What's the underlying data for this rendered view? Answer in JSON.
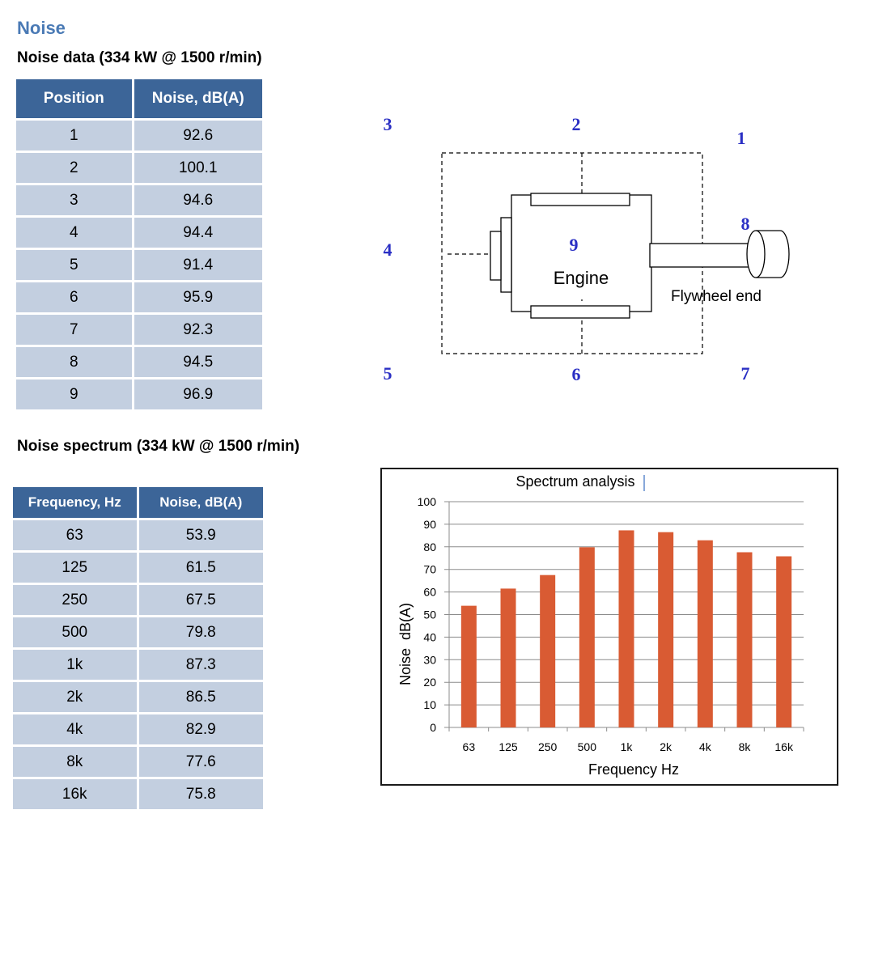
{
  "section": {
    "title": "Noise"
  },
  "noise_table": {
    "title": "Noise data (334 kW @ 1500 r/min)",
    "headers": [
      "Position",
      "Noise, dB(A)"
    ],
    "rows": [
      [
        "1",
        "92.6"
      ],
      [
        "2",
        "100.1"
      ],
      [
        "3",
        "94.6"
      ],
      [
        "4",
        "94.4"
      ],
      [
        "5",
        "91.4"
      ],
      [
        "6",
        "95.9"
      ],
      [
        "7",
        "92.3"
      ],
      [
        "8",
        "94.5"
      ],
      [
        "9",
        "96.9"
      ]
    ]
  },
  "spectrum_table": {
    "title": "Noise spectrum (334 kW @ 1500 r/min)",
    "headers": [
      "Frequency, Hz",
      "Noise, dB(A)"
    ],
    "rows": [
      [
        "63",
        "53.9"
      ],
      [
        "125",
        "61.5"
      ],
      [
        "250",
        "67.5"
      ],
      [
        "500",
        "79.8"
      ],
      [
        "1k",
        "87.3"
      ],
      [
        "2k",
        "86.5"
      ],
      [
        "4k",
        "82.9"
      ],
      [
        "8k",
        "77.6"
      ],
      [
        "16k",
        "75.8"
      ]
    ]
  },
  "diagram": {
    "engine_label": "Engine",
    "flywheel_label": "Flywheel end",
    "position_labels": [
      "1",
      "2",
      "3",
      "4",
      "5",
      "6",
      "7",
      "8",
      "9"
    ],
    "label_color": "#2a2fc4"
  },
  "chart_data": {
    "type": "bar",
    "title": "Spectrum analysis",
    "xlabel": "Frequency Hz",
    "ylabel": "Noise  dB(A)",
    "categories": [
      "63",
      "125",
      "250",
      "500",
      "1k",
      "2k",
      "4k",
      "8k",
      "16k"
    ],
    "values": [
      53.9,
      61.5,
      67.5,
      79.8,
      87.3,
      86.5,
      82.9,
      77.6,
      75.8
    ],
    "ylim": [
      0,
      100
    ],
    "yticks": [
      0,
      10,
      20,
      30,
      40,
      50,
      60,
      70,
      80,
      90,
      100
    ],
    "grid": true,
    "bar_color": "#d95b33"
  }
}
